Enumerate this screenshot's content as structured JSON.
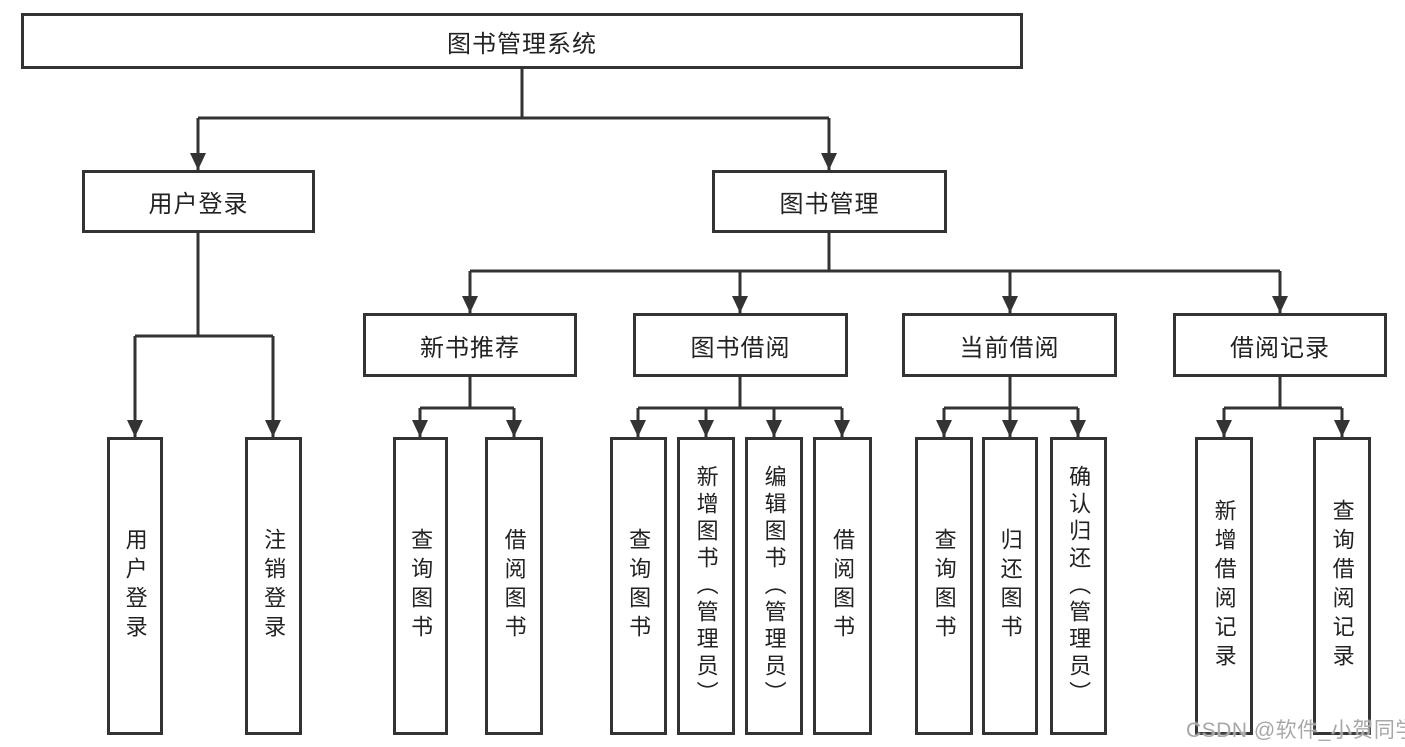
{
  "diagram": {
    "title": "图书管理系统",
    "level2": {
      "user_login": "用户登录",
      "book_management": "图书管理"
    },
    "level3": {
      "new_book_recommend": "新书推荐",
      "book_borrow": "图书借阅",
      "current_borrow": "当前借阅",
      "borrow_records": "借阅记录"
    },
    "leaves": {
      "user_login": "用户登录",
      "logout": "注销登录",
      "nb_query_books": "查询图书",
      "nb_borrow_books": "借阅图书",
      "bb_query_books": "查询图书",
      "bb_add_books_admin": "新增图书（管理员）",
      "bb_edit_books_admin": "编辑图书（管理员）",
      "bb_borrow_books": "借阅图书",
      "cb_query_books": "查询图书",
      "cb_return_books": "归还图书",
      "cb_confirm_return_admin": "确认归还（管理员）",
      "br_add_record": "新增借阅记录",
      "br_query_record": "查询借阅记录"
    }
  },
  "watermark": "CSDN @软件_小贺同学",
  "colors": {
    "line": "#333333",
    "text": "#222222",
    "watermark_gray": "#a8a8a8",
    "background": "#ffffff"
  }
}
